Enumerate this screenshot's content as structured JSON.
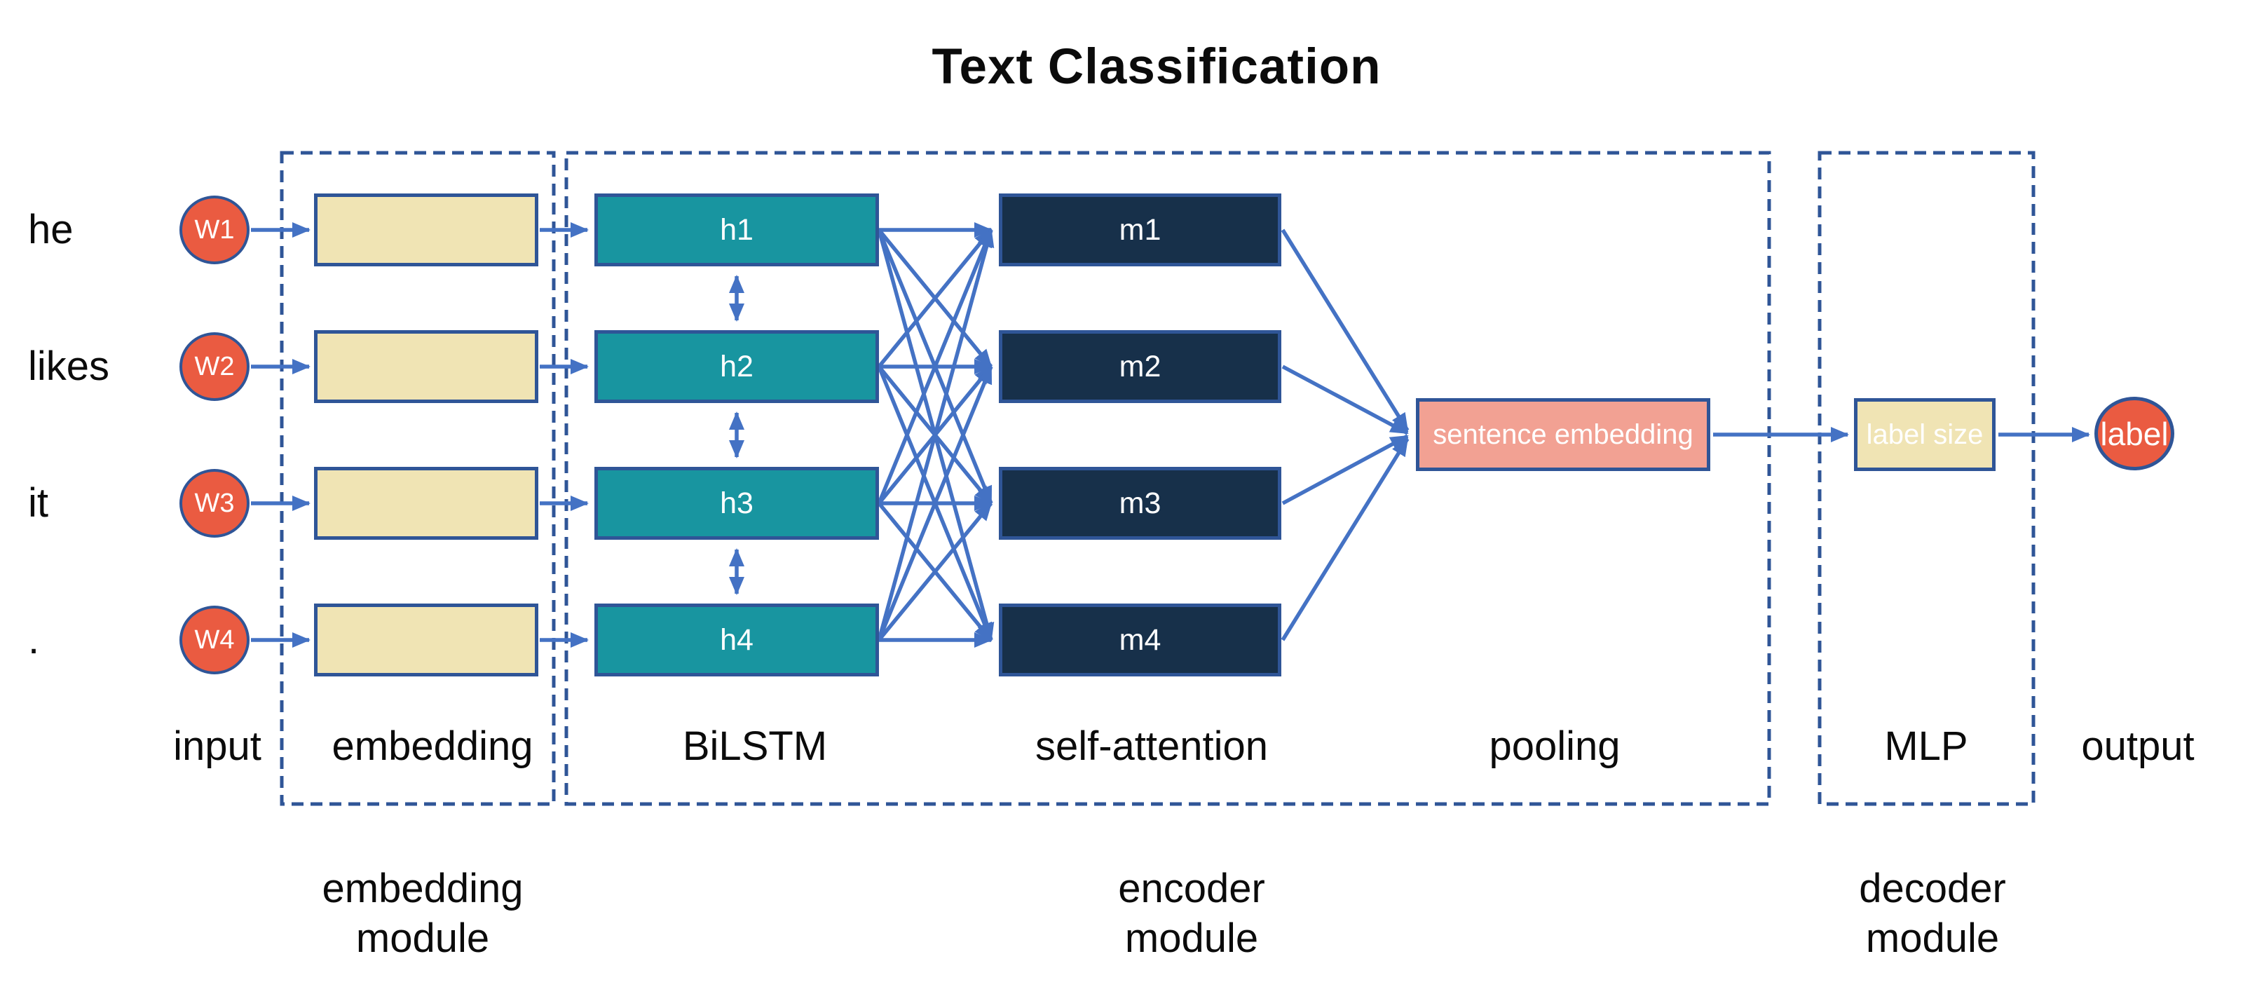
{
  "title": "Text Classification",
  "rows": [
    {
      "word": "he",
      "token": "W1",
      "hidden": "h1",
      "attended": "m1"
    },
    {
      "word": "likes",
      "token": "W2",
      "hidden": "h2",
      "attended": "m2"
    },
    {
      "word": "it",
      "token": "W3",
      "hidden": "h3",
      "attended": "m3"
    },
    {
      "word": ".",
      "token": "W4",
      "hidden": "h4",
      "attended": "m4"
    }
  ],
  "pooling_box": {
    "label": "sentence embedding"
  },
  "mlp_box": {
    "label": "label size"
  },
  "output_node": {
    "label": "label"
  },
  "stage_labels": {
    "input": "input",
    "embedding": "embedding",
    "bilstm": "BiLSTM",
    "self_attention": "self-attention",
    "pooling": "pooling",
    "mlp": "MLP",
    "output": "output"
  },
  "module_labels": {
    "embedding": "embedding module",
    "encoder": "encoder module",
    "decoder": "decoder module"
  },
  "colors": {
    "arrow": "#4472C4",
    "outline": "#2F5597",
    "teal": "#1895A0",
    "navy": "#17304A",
    "cream": "#F0E4B4",
    "salmon": "#F2A193",
    "red": "#EA5B41"
  }
}
